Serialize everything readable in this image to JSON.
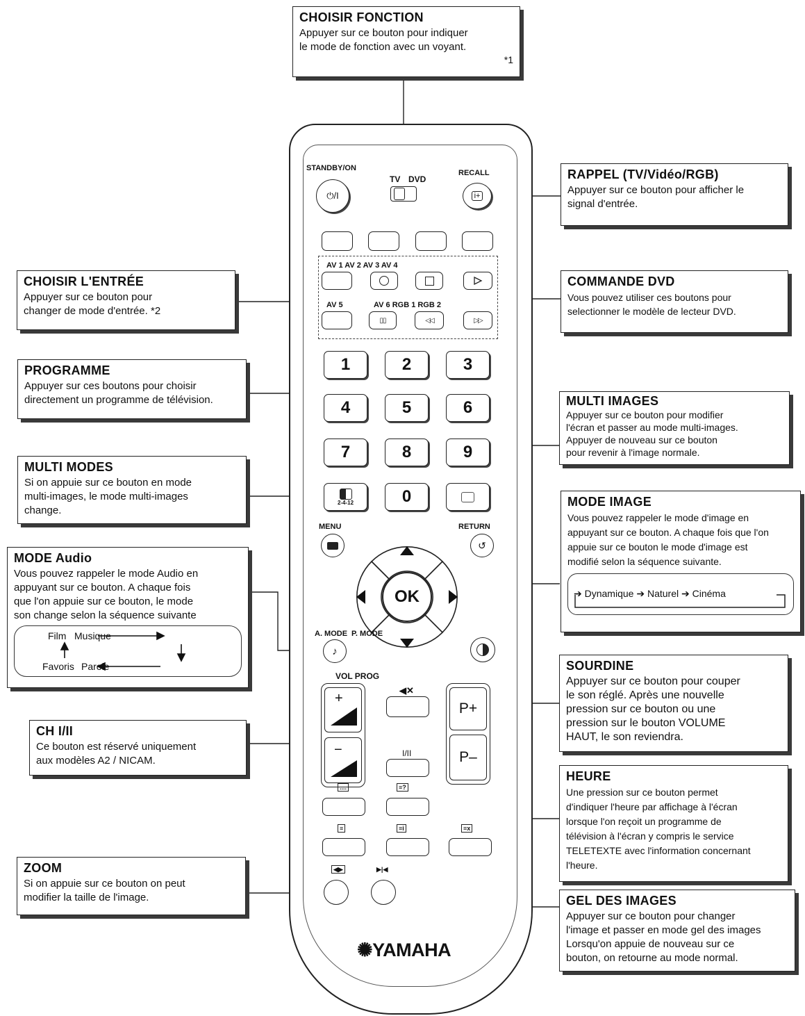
{
  "callouts": {
    "choisir_fonction": {
      "title": "CHOISIR FONCTION",
      "line1": "Appuyer sur ce bouton pour indiquer",
      "line2": "le mode de fonction avec un voyant.",
      "note": "*1"
    },
    "rappel": {
      "title": "RAPPEL (TV/Vidéo/RGB)",
      "line1": "Appuyer sur ce bouton pour afficher le",
      "line2": "signal d'entrée."
    },
    "choisir_entree": {
      "title": "CHOISIR L'ENTRÉE",
      "line1": "Appuyer sur ce bouton pour",
      "line2": "changer de mode d'entrée.  *2"
    },
    "commande_dvd": {
      "title": "COMMANDE DVD",
      "line1": "Vous pouvez utiliser ces boutons pour",
      "line2": "selectionner le modèle de lecteur DVD."
    },
    "programme": {
      "title": "PROGRAMME",
      "line1": "Appuyer sur ces boutons pour choisir",
      "line2": "directement un programme de télévision."
    },
    "multi_images": {
      "title": "MULTI IMAGES",
      "line1": "Appuyer sur ce bouton pour modifier",
      "line2": "l'écran et passer au mode multi-images.",
      "line3": "Appuyer de nouveau sur ce bouton",
      "line4": "pour revenir à l'image normale."
    },
    "multi_modes": {
      "title": "MULTI MODES",
      "line1": "Si on appuie sur ce bouton en mode",
      "line2": "multi-images, le mode multi-images",
      "line3": "change."
    },
    "mode_image": {
      "title": "MODE IMAGE",
      "line1": "Vous pouvez rappeler le mode d'image en",
      "line2": "appuyant sur ce bouton. A chaque fois que l'on",
      "line3": "appuie sur ce bouton le mode d'image est",
      "line4": "modifié selon la séquence suivante.",
      "seq1": "Dynamique",
      "seq2": "Naturel",
      "seq3": "Cinéma"
    },
    "mode_audio": {
      "title": "MODE Audio",
      "line1": "Vous pouvez rappeler le mode Audio en",
      "line2": "appuyant sur ce bouton. A chaque fois",
      "line3": "que l'on appuie sur ce bouton, le mode",
      "line4": "son change selon la séquence suivante",
      "seq1": "Film",
      "seq2": "Musique",
      "seq3": "Favoris",
      "seq4": "Parole"
    },
    "sourdine": {
      "title": "SOURDINE",
      "line1": "Appuyer sur ce bouton pour couper",
      "line2": "le son réglé. Après une nouvelle",
      "line3": "pression sur ce bouton ou une",
      "line4": "pression sur le bouton VOLUME",
      "line5": "HAUT, le son reviendra."
    },
    "ch": {
      "title": "CH I/II",
      "line1": "Ce bouton est réservé uniquement",
      "line2": "aux modèles A2 / NICAM."
    },
    "heure": {
      "title": "HEURE",
      "line1": "Une pression sur ce bouton permet",
      "line2": "d'indiquer l'heure par affichage à l'écran",
      "line3": "lorsque l'on reçoit un programme de",
      "line4": "télévision à l'écran y compris le service",
      "line5": "TELETEXTE avec l'information concernant",
      "line6": "l'heure."
    },
    "zoom": {
      "title": "ZOOM",
      "line1": "Si on appuie sur ce bouton on peut",
      "line2": "modifier la taille de l'image."
    },
    "gel": {
      "title": "GEL DES IMAGES",
      "line1": "Appuyer sur ce bouton pour changer",
      "line2": "l'image et passer en mode gel des images",
      "line3": "Lorsqu'on appuie de nouveau sur ce",
      "line4": "bouton, on retourne au mode normal."
    }
  },
  "remote": {
    "standby": "STANDBY/ON",
    "standby_icon": "⏻/I",
    "tv": "TV",
    "dvd": "DVD",
    "recall": "RECALL",
    "recall_icon": "i+",
    "av_row1": "AV 1 AV 2 AV 3 AV 4",
    "av5": "AV 5",
    "av_row2": "AV 6 RGB 1 RGB 2",
    "digits": [
      "1",
      "2",
      "3",
      "4",
      "5",
      "6",
      "7",
      "8",
      "9",
      "0"
    ],
    "multi_sub": "2-4-12",
    "menu": "MENU",
    "return": "RETURN",
    "ok": "OK",
    "amode": "A. MODE",
    "pmode": "P. MODE",
    "vol_prog": "VOL PROG",
    "plus": "+",
    "minus": "−",
    "pplus": "P+",
    "pminus": "P–",
    "ch_btn": "I/II",
    "brand": "YAMAHA"
  }
}
